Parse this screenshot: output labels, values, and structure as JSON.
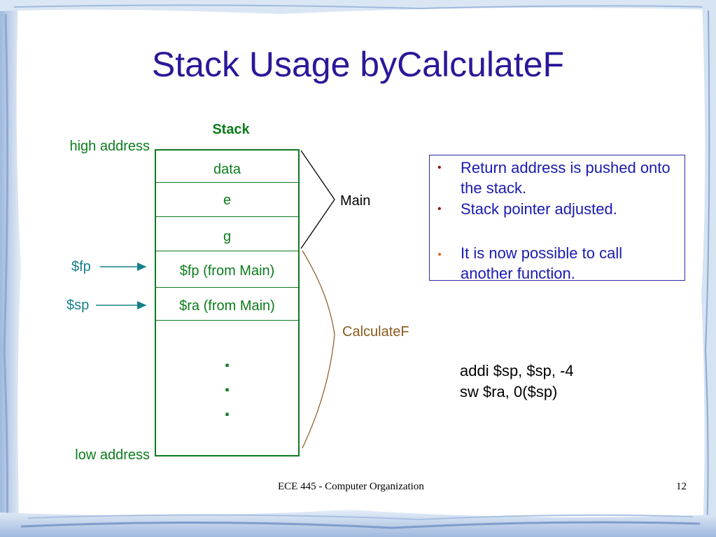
{
  "title": "Stack Usage byCalculateF",
  "stack_heading": "Stack",
  "high_address": "high address",
  "low_address": "low address",
  "cells": [
    "data",
    "e",
    "g",
    "$fp (from Main)",
    "$ra (from Main)"
  ],
  "dots": [
    ".",
    ".",
    "."
  ],
  "registers": {
    "fp": "$fp",
    "sp": "$sp"
  },
  "brace_labels": {
    "main": "Main",
    "calculatef": "CalculateF"
  },
  "notes": [
    "Return address is pushed onto the stack.",
    "Stack pointer adjusted.",
    "It is now possible to call another function."
  ],
  "code": [
    "addi $sp, $sp, -4",
    "sw $ra, 0($sp)"
  ],
  "footer": {
    "course": "ECE 445 - Computer Organization",
    "page": "12"
  },
  "colors": {
    "title": "#2a1899",
    "stack_green": "#0b7d1c",
    "register_teal": "#17808a",
    "calculatef_brown": "#8b5a1e",
    "note_blue": "#1a1ab0",
    "frame_blue": "#b9cde8"
  }
}
